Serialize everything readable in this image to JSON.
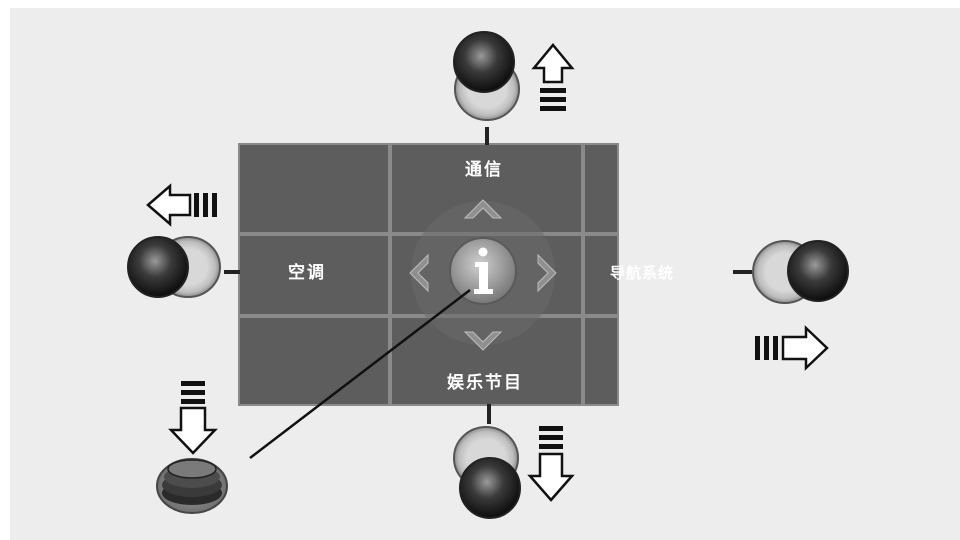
{
  "header": {
    "title": ""
  },
  "menu": {
    "top": "通信",
    "left": "空调",
    "right": "导航系统",
    "bottom": "娱乐节目",
    "center_icon": "info-icon"
  },
  "controls": [
    {
      "name": "rotary-knob-push-up",
      "icon": "rotary-knob-icon",
      "direction_icon": "arrow-up-icon"
    },
    {
      "name": "rotary-knob-push-left",
      "icon": "rotary-knob-icon",
      "direction_icon": "arrow-left-icon"
    },
    {
      "name": "rotary-knob-push-right",
      "icon": "rotary-knob-icon",
      "direction_icon": "arrow-right-icon"
    },
    {
      "name": "rotary-knob-push-down",
      "icon": "rotary-knob-icon",
      "direction_icon": "arrow-down-icon"
    },
    {
      "name": "rotary-knob-press",
      "icon": "knob-press-icon",
      "direction_icon": "arrow-down-icon"
    }
  ],
  "colors": {
    "panel_bg": "#ededed",
    "grid_cell": "#5d5d5d",
    "grid_gap": "#8a8a8a",
    "label": "#ffffff",
    "arrow_fill": "#ffffff",
    "arrow_stroke": "#111111",
    "knob_dark": "#1a1a1a"
  }
}
